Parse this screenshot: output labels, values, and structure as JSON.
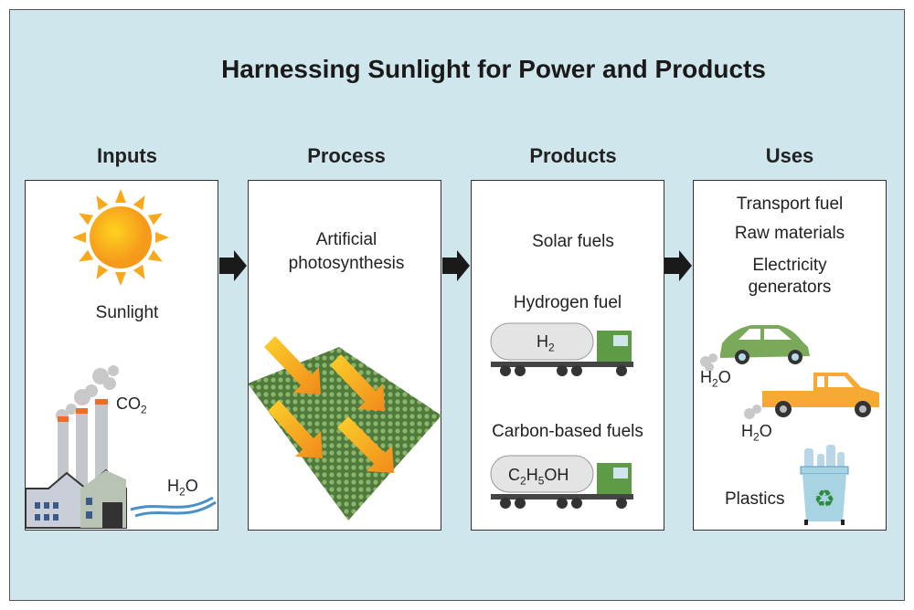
{
  "title": "Harnessing Sunlight for Power and Products",
  "columns": [
    {
      "header": "Inputs",
      "items": {
        "sunlight": "Sunlight",
        "co2": "CO",
        "co2_sub": "2",
        "h2o": "H",
        "h2o_sub": "2",
        "h2o_end": "O"
      }
    },
    {
      "header": "Process",
      "items": {
        "line1": "Artificial",
        "line2": "photosynthesis"
      }
    },
    {
      "header": "Products",
      "items": {
        "solar": "Solar fuels",
        "hydrogen": "Hydrogen fuel",
        "h2_label": "H",
        "h2_sub": "2",
        "carbon": "Carbon-based fuels",
        "eth_c": "C",
        "eth_2": "2",
        "eth_h": "H",
        "eth_5": "5",
        "eth_oh": "OH"
      }
    },
    {
      "header": "Uses",
      "items": {
        "transport": "Transport fuel",
        "raw": "Raw materials",
        "elec1": "Electricity",
        "elec2": "generators",
        "h2o": "H",
        "h2o_sub": "2",
        "h2o_end": "O",
        "plastics": "Plastics"
      }
    }
  ],
  "colors": {
    "background": "#cfe6ec",
    "arrow": "#1a1a1a",
    "sun": "#f7a81b",
    "car": "#7aa95a",
    "truck": "#f6a933",
    "bin": "#a7d3e3"
  }
}
